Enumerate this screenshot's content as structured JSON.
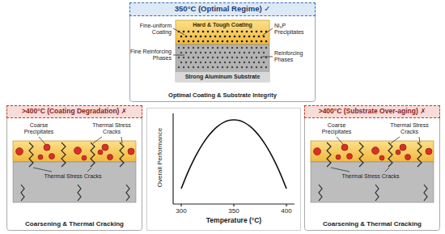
{
  "diagram": {
    "nodes": [
      {
        "text": [
          "350°C (Optimal Regime) ✓",
          "Optimal Coating & Substrate Integrity"
        ]
      },
      {
        "text": [
          "Hard & Tough Coating"
        ],
        "in": 0
      },
      {
        "text": [
          "Strong Aluminum Substrate"
        ],
        "in": 0
      },
      {
        "text": [
          ">400°C (Coating Degradation) ✗",
          "Coarsening & Thermal Cracking"
        ]
      },
      {
        "text": [
          ">400°C (Substrate Over-aging) ✗",
          "Coarsening & Thermal Cracking"
        ]
      }
    ],
    "labels": [
      "Fine-uniform Coating",
      "Fine Reinforcing Phases",
      "Ni₃P Precipitates",
      "Reinforcing Phases",
      "Coarse Precipitates",
      "Thermal Stress Cracks",
      "Thermal Stress Cracks",
      "Overall Performance",
      "300",
      "350",
      "400",
      "Temperature (°C)",
      "Coarse Precipitates",
      "Thermal Stress Cracks",
      "Thermal Stress Cracks"
    ]
  }
}
